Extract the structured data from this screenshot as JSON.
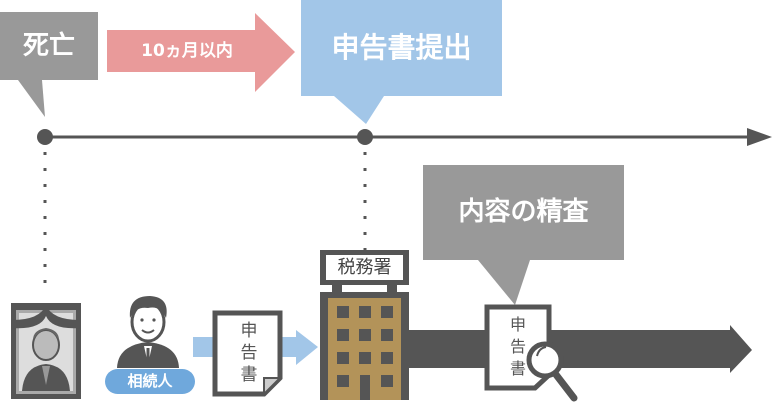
{
  "labels": {
    "death": "死亡",
    "period": "10ヵ月以内",
    "filing": "申告書提出",
    "review": "内容の精査",
    "heir": "相続人",
    "tax_office": "税務署",
    "doc_chars": [
      "申",
      "告",
      "書"
    ]
  },
  "colors": {
    "gray_bubble": "#999999",
    "pink_arrow": "#e99a9a",
    "blue_bubble": "#a2c6e8",
    "blue_arrow": "#a2c6e8",
    "heir_badge": "#6fa8dc",
    "dark": "#555555",
    "building": "#b39359"
  }
}
